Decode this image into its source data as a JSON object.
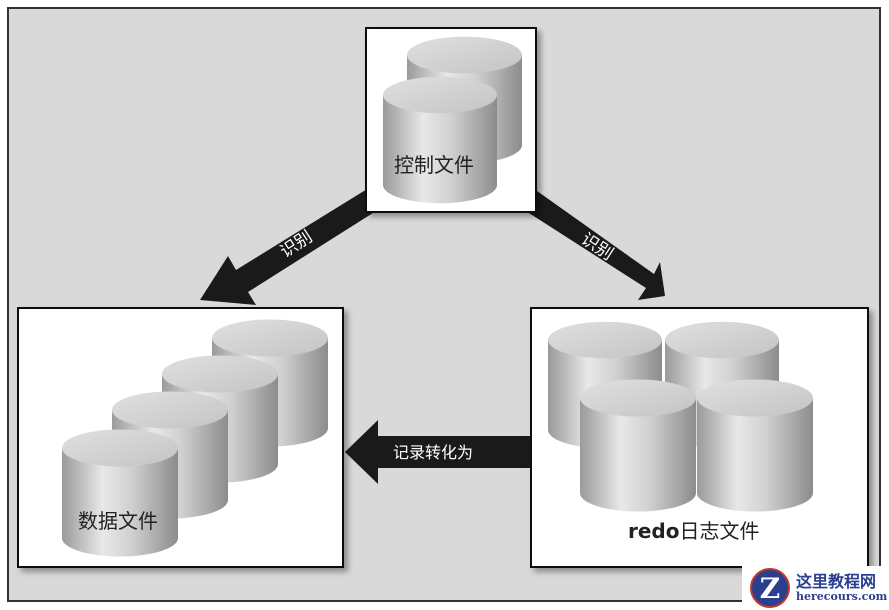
{
  "nodes": {
    "control": {
      "label": "控制文件",
      "cylinders": 2
    },
    "data": {
      "label": "数据文件",
      "cylinders": 4
    },
    "redo": {
      "label_prefix": "redo",
      "label": "日志文件",
      "cylinders": 4
    }
  },
  "edges": {
    "control_to_data": "识别",
    "control_to_redo": "识别",
    "redo_to_data": "记录转化为"
  },
  "watermark": {
    "logo": "Z",
    "name": "这里教程网",
    "domain": "herecours.com"
  }
}
